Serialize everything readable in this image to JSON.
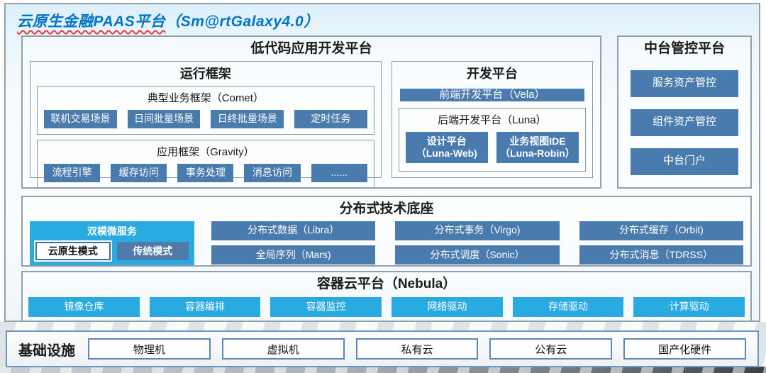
{
  "colors": {
    "steel": "#4A7BAE",
    "cyan": "#29ABE2",
    "title_blue": "#0074C4",
    "squiggle_red": "#E53935",
    "border_gray": "#96A2AB"
  },
  "title": {
    "main": "云原生金融PAAS平台",
    "suffix": "（Sm@rtGalaxy4.0）"
  },
  "low_code": {
    "title": "低代码应用开发平台",
    "runtime": {
      "title": "运行框架",
      "comet": {
        "title": "典型业务框架（Comet）",
        "buttons": [
          "联机交易场景",
          "日间批量场景",
          "日终批量场景",
          "定时任务"
        ]
      },
      "gravity": {
        "title": "应用框架（Gravity）",
        "buttons": [
          "流程引擎",
          "缓存访问",
          "事务处理",
          "消息访问",
          "......"
        ]
      }
    },
    "dev": {
      "title": "开发平台",
      "vela": "前端开发平台（Vela）",
      "luna": {
        "title": "后端开发平台（Luna）",
        "buttons": [
          {
            "line1": "设计平台",
            "line2": "（Luna-Web)"
          },
          {
            "line1": "业务视图IDE",
            "line2": "（Luna-Robin）"
          }
        ]
      }
    }
  },
  "midend": {
    "title": "中台管控平台",
    "buttons": [
      "服务资产管控",
      "组件资产管控",
      "中台门户"
    ]
  },
  "distributed": {
    "title": "分布式技术底座",
    "dual_mode": {
      "title": "双模微服务",
      "cloud_native": "云原生模式",
      "traditional": "传统模式"
    },
    "grid": [
      "分布式数据（Libra）",
      "分布式事务（Virgo)",
      "分布式缓存（Orbit)",
      "全局序列（Mars)",
      "分布式调度（Sonic）",
      "分布式消息（TDRSS）"
    ]
  },
  "container_cloud": {
    "title": "容器云平台（Nebula）",
    "buttons": [
      "镜像仓库",
      "容器编排",
      "容器监控",
      "网络驱动",
      "存储驱动",
      "计算驱动"
    ]
  },
  "infrastructure": {
    "title": "基础设施",
    "items": [
      "物理机",
      "虚拟机",
      "私有云",
      "公有云",
      "国产化硬件"
    ]
  }
}
